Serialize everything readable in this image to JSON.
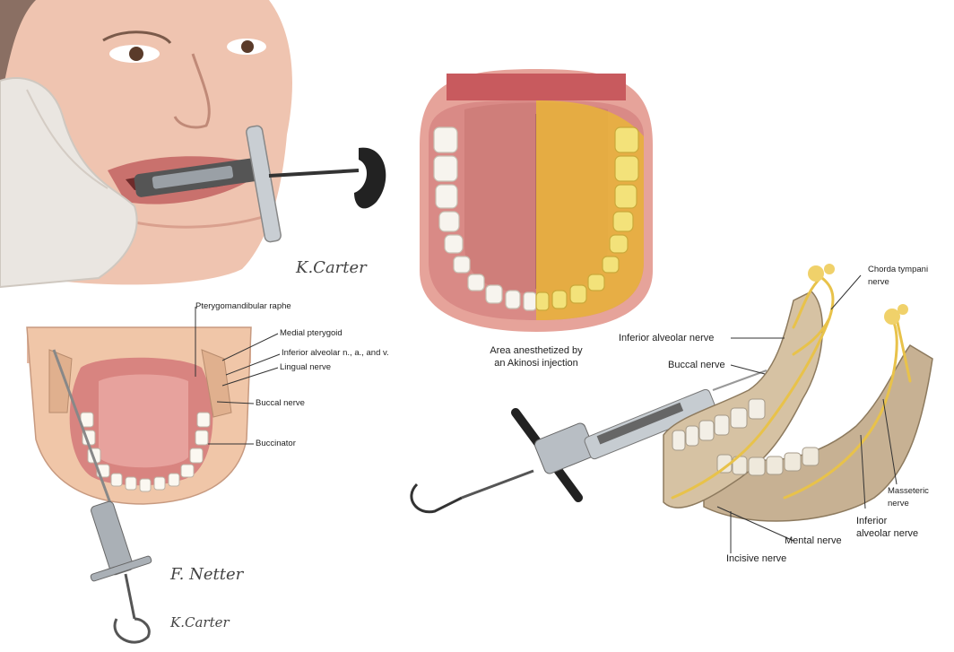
{
  "panel_face": {
    "signature": "K.Carter"
  },
  "panel_mouth": {
    "caption_line1": "Area anesthetized by",
    "caption_line2": "an Akinosi injection"
  },
  "panel_section": {
    "labels": {
      "pterygomandibular_raphe": "Pterygomandibular raphe",
      "medial_pterygoid": "Medial pterygoid",
      "inferior_alveolar_nav": "Inferior alveolar n., a., and v.",
      "lingual_nerve": "Lingual nerve",
      "buccal_nerve": "Buccal nerve",
      "buccinator": "Buccinator"
    },
    "signature_netter": "F. Netter",
    "signature_carter": "K.Carter"
  },
  "panel_mandible": {
    "labels": {
      "chorda_tympani_1": "Chorda tympani",
      "chorda_tympani_2": "nerve",
      "inferior_alveolar_top": "Inferior alveolar nerve",
      "buccal_nerve": "Buccal nerve",
      "masseteric_1": "Masseteric",
      "masseteric_2": "nerve",
      "inferior_alveolar_1": "Inferior",
      "inferior_alveolar_2": "alveolar nerve",
      "mental_nerve": "Mental nerve",
      "incisive_nerve": "Incisive nerve"
    }
  },
  "colors": {
    "skin": "#e9b9a4",
    "gum": "#d98a86",
    "tongue": "#cf7e7a",
    "anesthetized": "#e9b43a",
    "bone": "#cdb89a",
    "nerve": "#e8c24a",
    "metal": "#9aa0a6"
  }
}
